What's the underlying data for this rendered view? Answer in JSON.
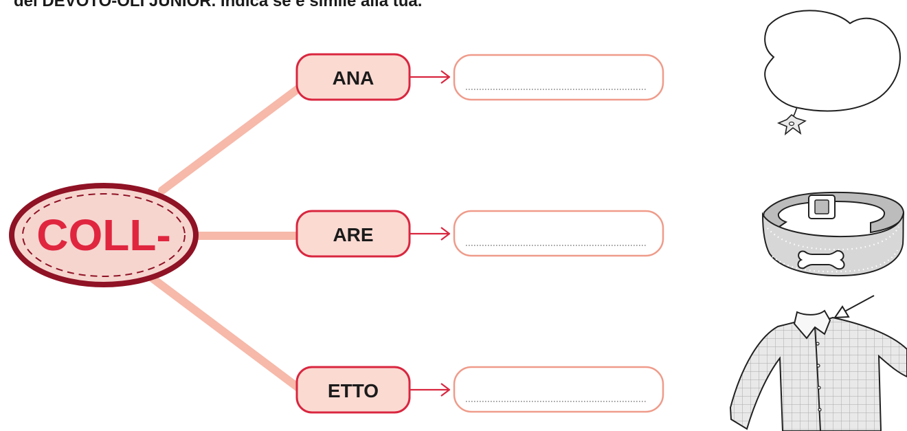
{
  "instruction": "del DEVOTO-OLI JUNIOR. Indica se è simile alla tua.",
  "center_word": "COLL-",
  "branches": [
    {
      "suffix": "ANA",
      "picture": "balloon"
    },
    {
      "suffix": "ARE",
      "picture": "dog-collar"
    },
    {
      "suffix": "ETTO",
      "picture": "shirt-collar"
    }
  ],
  "colors": {
    "connector": "#f6b9aa",
    "suffix_fill": "#fbdad2",
    "suffix_border": "#d9263f",
    "answer_border": "#ef9b8a",
    "arrow": "#d9263f",
    "center_fill": "#f6d5cf",
    "center_border": "#8f1225",
    "center_text": "#e0263f"
  }
}
